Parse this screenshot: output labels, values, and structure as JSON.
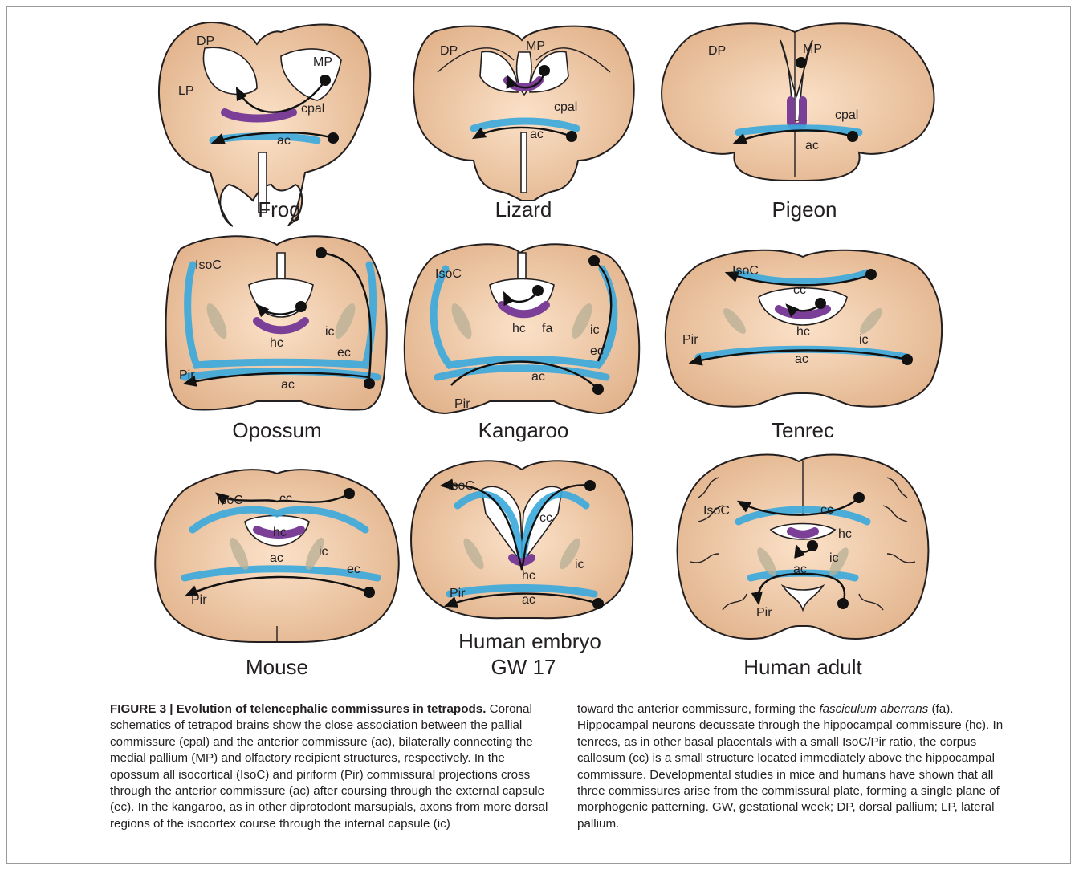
{
  "figure": {
    "panels": [
      {
        "id": "frog",
        "title": "Frog",
        "labels": {
          "dp": "DP",
          "lp": "LP",
          "mp": "MP",
          "cpal": "cpal",
          "ac": "ac"
        }
      },
      {
        "id": "lizard",
        "title": "Lizard",
        "labels": {
          "dp": "DP",
          "mp": "MP",
          "cpal": "cpal",
          "ac": "ac"
        }
      },
      {
        "id": "pigeon",
        "title": "Pigeon",
        "labels": {
          "dp": "DP",
          "mp": "MP",
          "cpal": "cpal",
          "ac": "ac"
        }
      },
      {
        "id": "opossum",
        "title": "Opossum",
        "labels": {
          "isoc": "IsoC",
          "hc": "hc",
          "ic": "ic",
          "ec": "ec",
          "pir": "Pir",
          "ac": "ac"
        }
      },
      {
        "id": "kangaroo",
        "title": "Kangaroo",
        "labels": {
          "isoc": "IsoC",
          "hc": "hc",
          "fa": "fa",
          "ic": "ic",
          "ec": "ec",
          "ac": "ac",
          "pir": "Pir"
        }
      },
      {
        "id": "tenrec",
        "title": "Tenrec",
        "labels": {
          "isoc": "IsoC",
          "cc": "cc",
          "hc": "hc",
          "pir": "Pir",
          "ic": "ic",
          "ac": "ac"
        }
      },
      {
        "id": "mouse",
        "title": "Mouse",
        "labels": {
          "isoc": "IsoC",
          "cc": "cc",
          "hc": "hc",
          "ac": "ac",
          "ic": "ic",
          "ec": "ec",
          "pir": "Pir"
        }
      },
      {
        "id": "human-embryo",
        "title": "Human embryo",
        "subtitle": "GW 17",
        "labels": {
          "isoc": "IsoC",
          "cc": "cc",
          "ic": "ic",
          "hc": "hc",
          "pir": "Pir",
          "ac": "ac"
        }
      },
      {
        "id": "human-adult",
        "title": "Human adult",
        "labels": {
          "isoc": "IsoC",
          "cc": "cc",
          "hc": "hc",
          "ic": "ic",
          "ac": "ac",
          "pir": "Pir"
        }
      }
    ],
    "colors": {
      "brain_light": "#fbe1c8",
      "brain_dark": "#e2b48d",
      "commissure_blue": "#3aa9dd",
      "commissure_purple": "#7b3f98",
      "internal_capsule": "#b8b096"
    }
  },
  "caption": {
    "label": "FIGURE 3 | Evolution of telencephalic commissures in tetrapods.",
    "col1_text": " Coronal schematics of tetrapod brains show the close association between the pallial commissure (cpal) and the anterior commissure (ac), bilaterally connecting the medial pallium (MP) and olfactory recipient structures, respectively. In the opossum all isocortical (IsoC) and piriform (Pir) commissural projections cross through the anterior commissure (ac) after coursing through the external capsule (ec). In the kangaroo, as in other diprotodont marsupials, axons from more dorsal regions of the isocortex course through the internal capsule (ic)",
    "col2_before": "toward the anterior commissure, forming the ",
    "col2_italic": "fasciculum aberrans",
    "col2_after": " (fa). Hippocampal neurons decussate through the hippocampal commissure (hc). In tenrecs, as in other basal placentals with a small IsoC/Pir ratio, the corpus callosum (cc) is a small structure located immediately above the hippocampal commissure. Developmental studies in mice and humans have shown that all three commissures arise from the commissural plate, forming a single plane of morphogenic patterning. GW, gestational week; DP, dorsal pallium; LP, lateral pallium."
  }
}
